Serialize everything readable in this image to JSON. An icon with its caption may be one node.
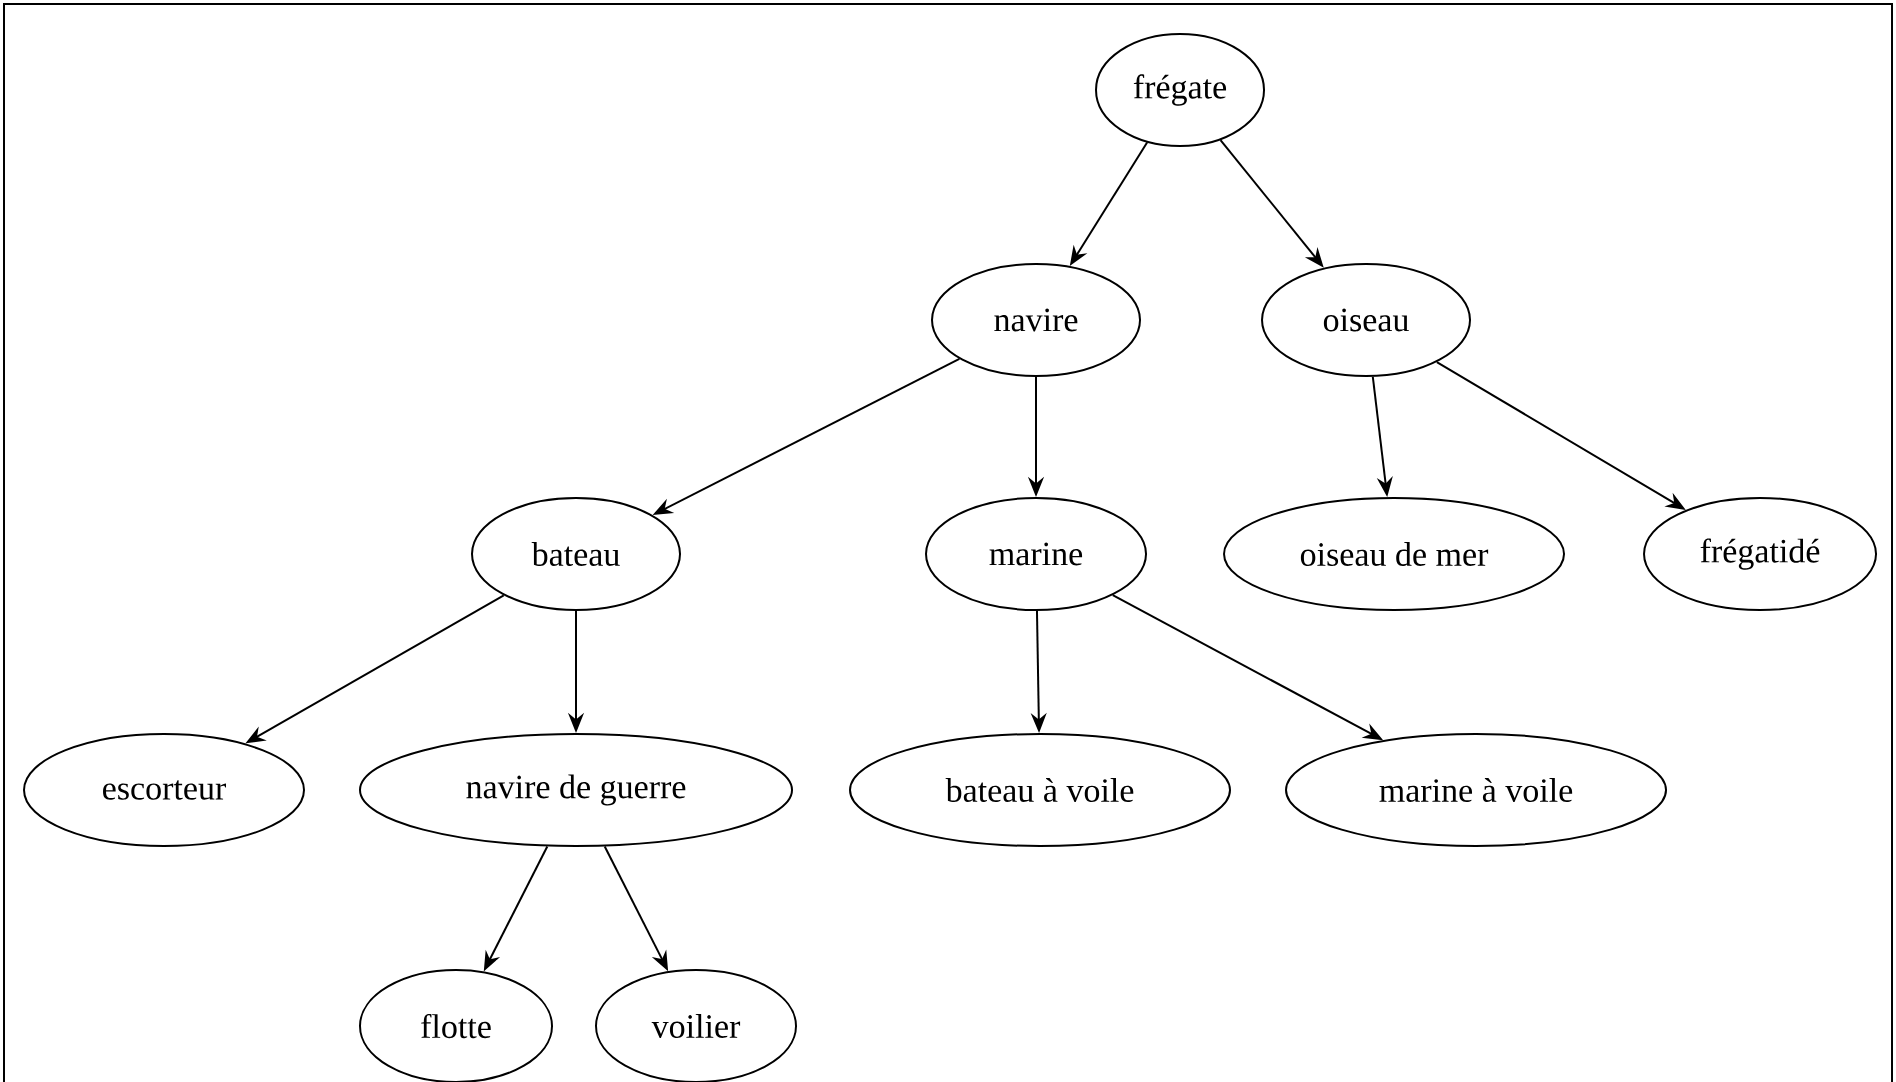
{
  "diagram": {
    "nodes": [
      {
        "text": [
          "frégate"
        ]
      },
      {
        "text": [
          "navire"
        ]
      },
      {
        "text": [
          "oiseau"
        ]
      },
      {
        "text": [
          "bateau"
        ]
      },
      {
        "text": [
          "marine"
        ]
      },
      {
        "text": [
          "oiseau de mer"
        ]
      },
      {
        "text": [
          "frégatidé"
        ]
      },
      {
        "text": [
          "escorteur"
        ]
      },
      {
        "text": [
          "navire de guerre"
        ]
      },
      {
        "text": [
          "bateau à voile"
        ]
      },
      {
        "text": [
          "marine à voile"
        ]
      },
      {
        "text": [
          "flotte"
        ]
      },
      {
        "text": [
          "voilier"
        ]
      }
    ],
    "edges": [
      {
        "from": 0,
        "to": 1,
        "arrow": "to"
      },
      {
        "from": 0,
        "to": 2,
        "arrow": "to"
      },
      {
        "from": 1,
        "to": 3,
        "arrow": "to"
      },
      {
        "from": 1,
        "to": 4,
        "arrow": "to"
      },
      {
        "from": 2,
        "to": 5,
        "arrow": "to"
      },
      {
        "from": 2,
        "to": 6,
        "arrow": "to"
      },
      {
        "from": 3,
        "to": 7,
        "arrow": "to"
      },
      {
        "from": 3,
        "to": 8,
        "arrow": "to"
      },
      {
        "from": 4,
        "to": 9,
        "arrow": "to"
      },
      {
        "from": 4,
        "to": 10,
        "arrow": "to"
      },
      {
        "from": 8,
        "to": 11,
        "arrow": "to"
      },
      {
        "from": 8,
        "to": 12,
        "arrow": "to"
      }
    ]
  }
}
